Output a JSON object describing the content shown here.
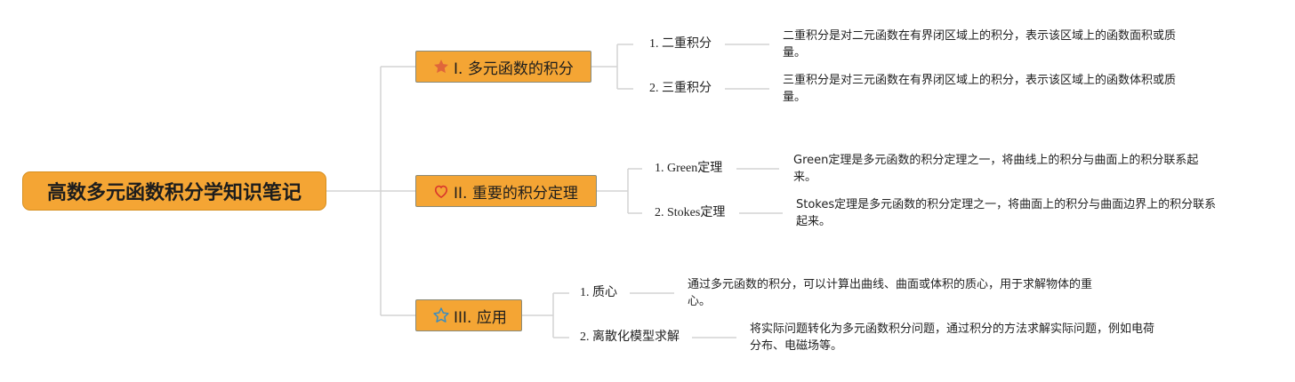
{
  "root": {
    "title": "高数多元函数积分学知识笔记"
  },
  "branches": [
    {
      "label": "I. 多元函数的积分",
      "icon": "star-filled-icon",
      "icon_color": "#e0663a",
      "items": [
        {
          "label": "1. 二重积分",
          "desc_line1": "二重积分是对二元函数在有界闭区域上的积分，表示该区域上的函数面积或质",
          "desc_line2": "量。"
        },
        {
          "label": "2. 三重积分",
          "desc_line1": "三重积分是对三元函数在有界闭区域上的积分，表示该区域上的函数体积或质",
          "desc_line2": "量。"
        }
      ]
    },
    {
      "label": "II. 重要的积分定理",
      "icon": "heart-outline-icon",
      "icon_color": "#d9362c",
      "items": [
        {
          "label": "1. Green定理",
          "desc_line1": "Green定理是多元函数的积分定理之一，将曲线上的积分与曲面上的积分联系起",
          "desc_line2": "来。"
        },
        {
          "label": "2. Stokes定理",
          "desc_line1": "Stokes定理是多元函数的积分定理之一，将曲面上的积分与曲面边界上的积分联系",
          "desc_line2": "起来。"
        }
      ]
    },
    {
      "label": "III. 应用",
      "icon": "star-outline-icon",
      "icon_color": "#3c8dbf",
      "items": [
        {
          "label": "1. 质心",
          "desc_line1": "通过多元函数的积分，可以计算出曲线、曲面或体积的质心，用于求解物体的重",
          "desc_line2": "心。"
        },
        {
          "label": "2. 离散化模型求解",
          "desc_line1": "将实际问题转化为多元函数积分问题，通过积分的方法求解实际问题，例如电荷",
          "desc_line2": "分布、电磁场等。"
        }
      ]
    }
  ]
}
